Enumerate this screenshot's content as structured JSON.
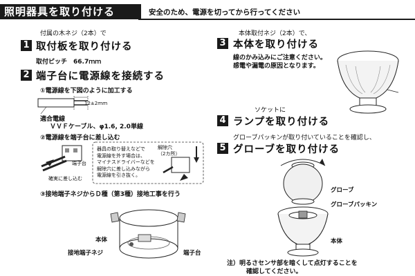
{
  "header": {
    "title": "照明器具を取り付ける",
    "note": "安全のため、電源を切ってから行ってください"
  },
  "step1": {
    "num": "1",
    "pre": "付属の木ネジ（2本）で",
    "title": "取付板を取り付ける",
    "pitch": "取付ピッチ　66.7ｍｍ"
  },
  "step2": {
    "num": "2",
    "title": "端子台に電源線を接続する",
    "sub1": "①電源線を下図のように加工する",
    "strip_len": "12±2ｍｍ",
    "wire_label": "適合電線",
    "wire_spec": "ＶＶＦケーブル、φ1.6, 2.0単線",
    "sub2": "②電源線を端子台に差し込む",
    "terminal": "端子台",
    "insert": "確実に差し込む",
    "note_lines": [
      "器具の取り替えなどで",
      "電源線を外す場合は、",
      "マイナスドライバーなどを",
      "解除穴に差し込みながら",
      "電源線を引き抜く。"
    ],
    "release_hole": "解除穴",
    "release_count": "（2カ所）",
    "sub3": "③接地端子ネジからＤ種（第3種）接地工事を行う",
    "body": "本体",
    "ground_screw": "接地端子ネジ",
    "terminal2": "端子台"
  },
  "step3": {
    "num": "3",
    "pre": "本体取付ネジ（2本）で、",
    "title": "本体を取り付ける",
    "caution1": "線のかみ込みにご注意ください。",
    "caution2": "感電や漏電の原因となります。"
  },
  "step4": {
    "num": "4",
    "pre": "ソケットに",
    "title": "ランプを取り付ける"
  },
  "step5": {
    "num": "5",
    "pre": "グローブパッキンが取り付いていることを確認し、",
    "title": "グローブを取り付ける",
    "globe": "グローブ",
    "packing": "グローブパッキン",
    "body": "本体"
  },
  "footnote": {
    "line1": "注）明るさセンサ部を暗くして点灯することを",
    "line2": "確認してください。"
  }
}
